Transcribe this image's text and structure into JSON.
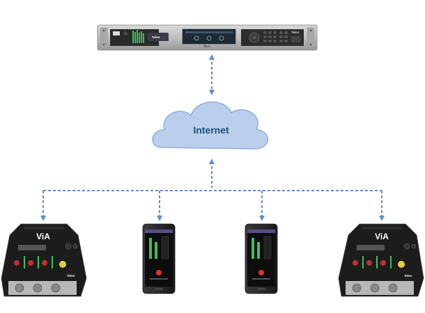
{
  "cloud": {
    "label": "Internet"
  },
  "rack_unit": {
    "brand": "Telos",
    "display_text": "Telos",
    "screen_caption": "Telos"
  },
  "via_left": {
    "logo": "ViA",
    "brand": "Telos"
  },
  "via_right": {
    "logo": "ViA",
    "brand": "Telos"
  },
  "colors": {
    "arrow": "#5b8fd1",
    "cloud_fill": "#b9cfec",
    "cloud_stroke": "#8db0de",
    "device_body": "#1c1c1c"
  }
}
